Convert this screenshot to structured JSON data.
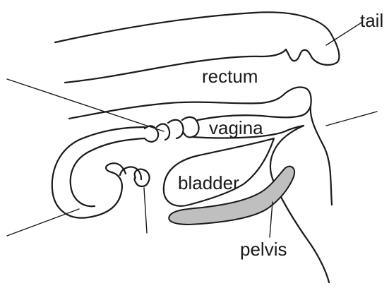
{
  "labels": {
    "tail": "tail",
    "rectum": "rectum",
    "vagina": "vagina",
    "bladder": "bladder",
    "pelvis": "pelvis"
  },
  "colors": {
    "outline": "#1a1a1a",
    "pelvis_fill": "#bfbfbf",
    "background": "#ffffff"
  }
}
